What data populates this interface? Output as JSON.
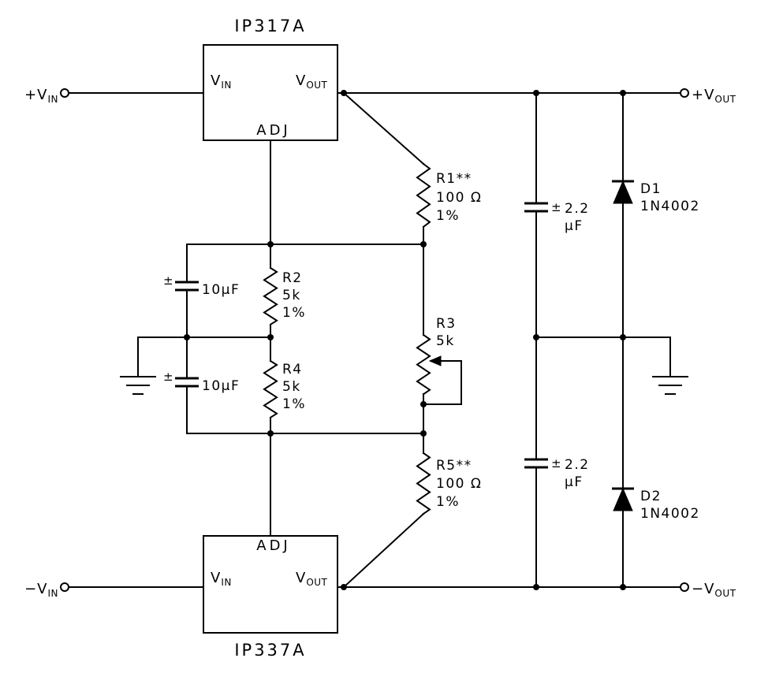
{
  "regulator_top": {
    "name": "IP317A",
    "pin_vin_main": "V",
    "pin_vin_sub": "IN",
    "pin_vout_main": "V",
    "pin_vout_sub": "OUT",
    "pin_adj": "ADJ"
  },
  "regulator_bottom": {
    "name": "IP337A",
    "pin_vin_main": "V",
    "pin_vin_sub": "IN",
    "pin_vout_main": "V",
    "pin_vout_sub": "OUT",
    "pin_adj": "ADJ"
  },
  "terminals": {
    "pos_in_main": "+V",
    "pos_in_sub": "IN",
    "pos_out_main": "+V",
    "pos_out_sub": "OUT",
    "neg_in_main": "−V",
    "neg_in_sub": "IN",
    "neg_out_main": "−V",
    "neg_out_sub": "OUT"
  },
  "resistors": {
    "r1": {
      "ref": "R1**",
      "value": "100 Ω",
      "tolerance": "1%"
    },
    "r2": {
      "ref": "R2",
      "value": "5k",
      "tolerance": "1%"
    },
    "r3": {
      "ref": "R3",
      "value": "5k"
    },
    "r4": {
      "ref": "R4",
      "value": "5k",
      "tolerance": "1%"
    },
    "r5": {
      "ref": "R5**",
      "value": "100 Ω",
      "tolerance": "1%"
    }
  },
  "capacitors": {
    "c_adj_top": {
      "polarity": "±",
      "value": "10µF"
    },
    "c_adj_bottom": {
      "polarity": "±",
      "value": "10µF"
    },
    "c_out_top": {
      "polarity": "±",
      "value_line1": "2.2",
      "value_line2": "µF"
    },
    "c_out_bottom": {
      "polarity": "±",
      "value_line1": "2.2",
      "value_line2": "µF"
    }
  },
  "diodes": {
    "d1": {
      "ref": "D1",
      "part": "1N4002"
    },
    "d2": {
      "ref": "D2",
      "part": "1N4002"
    }
  }
}
